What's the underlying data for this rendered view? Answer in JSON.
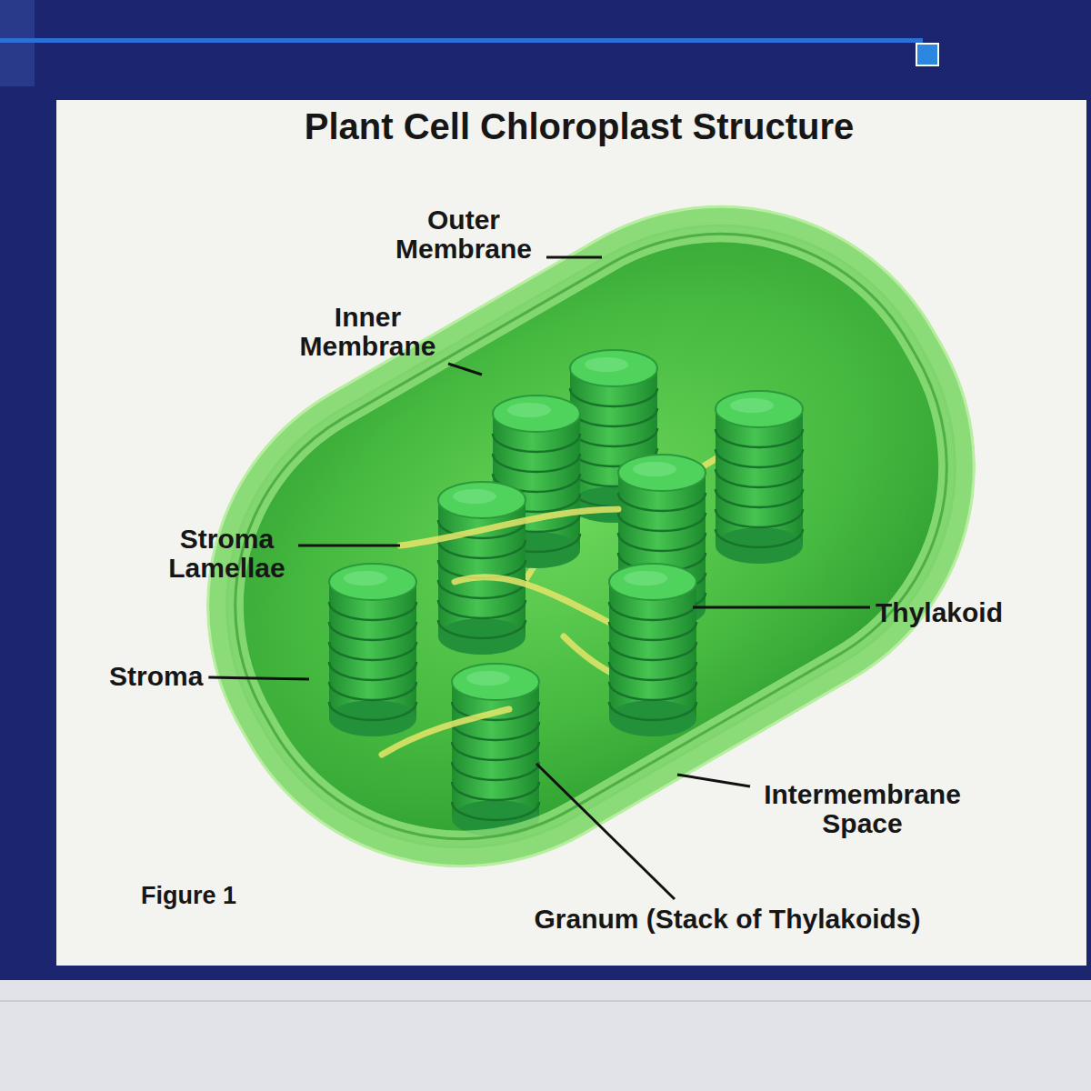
{
  "diagram": {
    "title": "Plant Cell Chloroplast Structure",
    "caption": "Figure 1",
    "labels": [
      "Outer Membrane",
      "Inner Membrane",
      "Stroma Lamellae",
      "Thylakoid",
      "Stroma",
      "Intermembrane Space",
      "Granum (Stack of Thylakoids)"
    ]
  }
}
